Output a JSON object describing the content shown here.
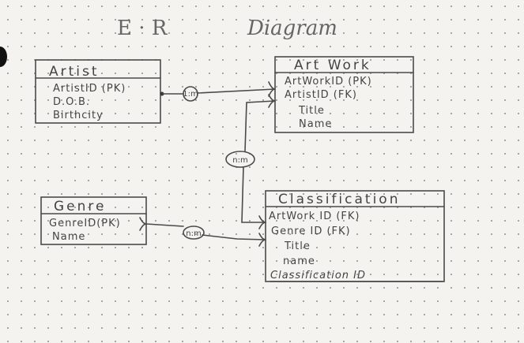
{
  "title": {
    "left": "E · R",
    "right": "Diagram"
  },
  "entities": {
    "artist": {
      "name": "Artist",
      "attributes": [
        "ArtistID (PK)",
        "D.O.B.",
        "Birthcity"
      ]
    },
    "artwork": {
      "name": "Art Work",
      "attributes": [
        "ArtWorkID (PK)",
        "ArtistID (FK)",
        "Title",
        "Name"
      ]
    },
    "genre": {
      "name": "Genre",
      "attributes": [
        "GenreID(PK)",
        "Name"
      ]
    },
    "classification": {
      "name": "Classification",
      "attributes": [
        "ArtWork ID (FK)",
        "Genre ID (FK)",
        "Title",
        "name",
        "Classification ID"
      ]
    }
  },
  "relationships": {
    "artist_artwork": "1:m",
    "artwork_classification": "n:m",
    "genre_classification": "n:m"
  }
}
